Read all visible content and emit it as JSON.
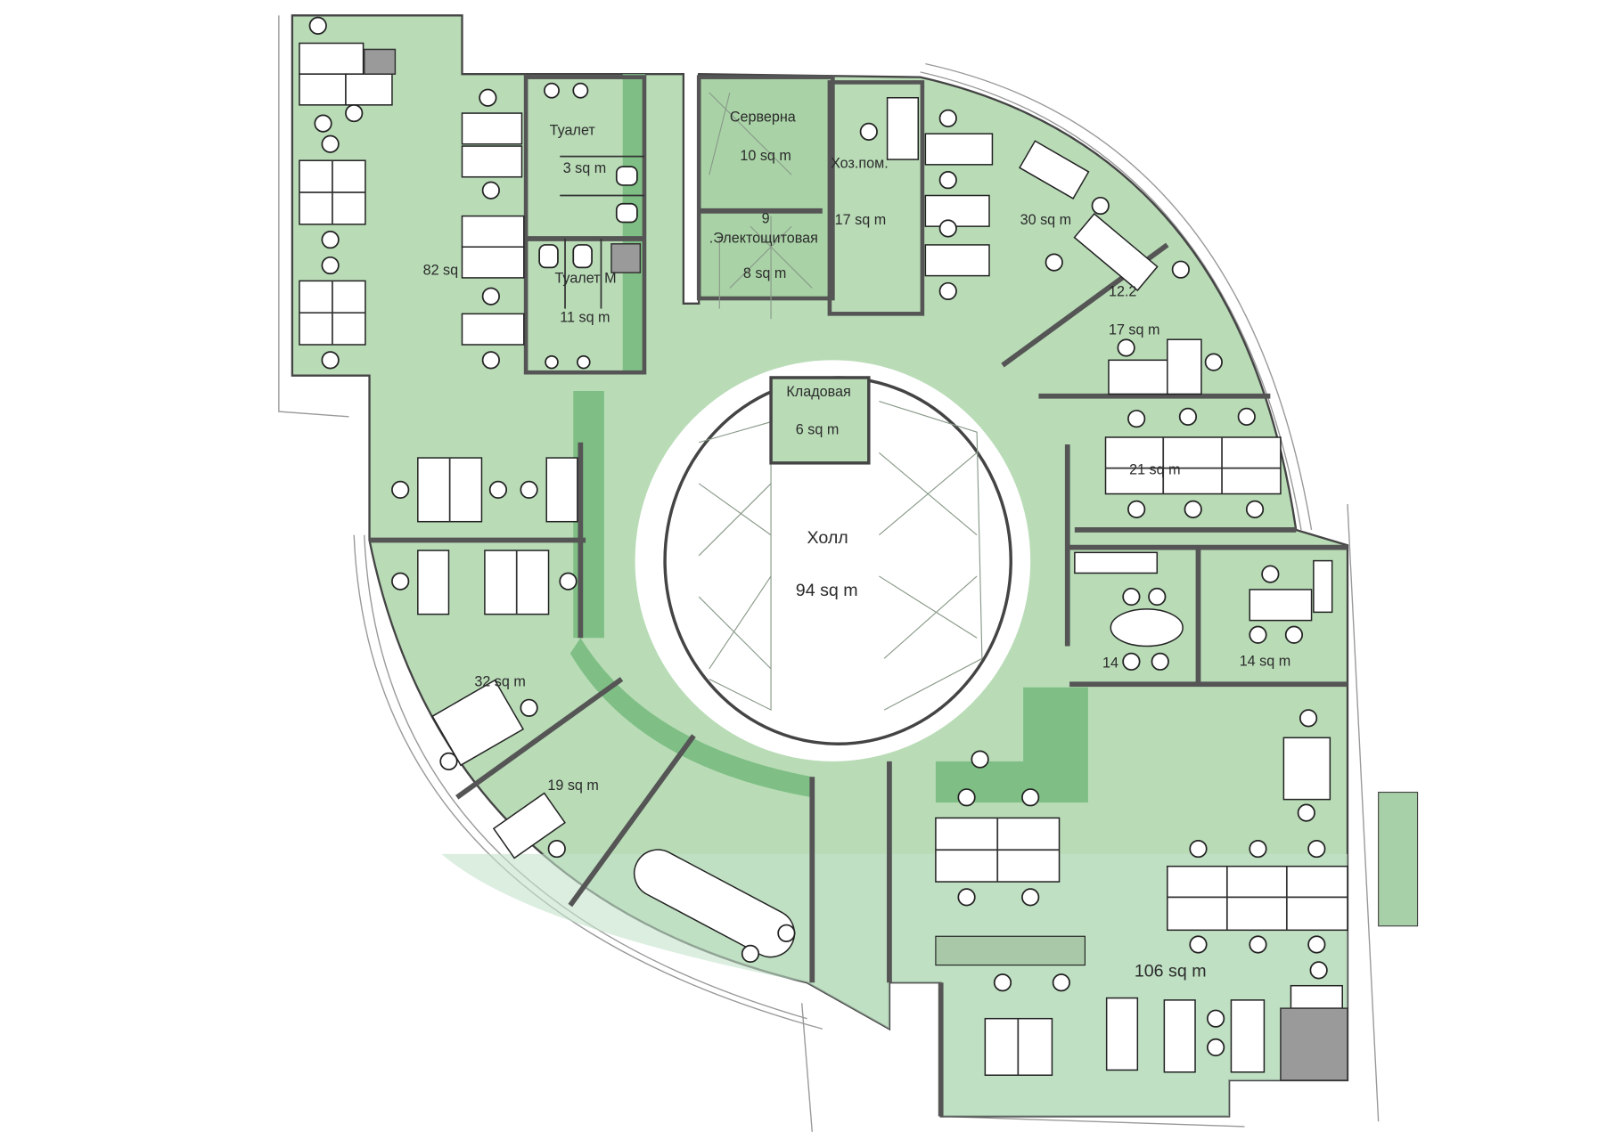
{
  "plan": {
    "rooms": [
      {
        "id": "office-82",
        "name": "",
        "area": "82 sq"
      },
      {
        "id": "toilet-f",
        "name": "Туалет",
        "area": "3 sq m"
      },
      {
        "id": "toilet-m",
        "name": "Туалет М",
        "area": "11 sq m"
      },
      {
        "id": "server",
        "name": "Серверна",
        "area": "10 sq m"
      },
      {
        "id": "electrical",
        "name": ".Электощитовая",
        "number": "9",
        "area": "8 sq m"
      },
      {
        "id": "utility",
        "name": "Хоз.пом.",
        "area": "17 sq m"
      },
      {
        "id": "office-30",
        "name": "",
        "area": "30 sq m"
      },
      {
        "id": "office-17",
        "name": "",
        "number": "12.2",
        "area": "17 sq m"
      },
      {
        "id": "office-21",
        "name": "",
        "area": "21 sq m"
      },
      {
        "id": "storage",
        "name": "Кладовая",
        "area": "6 sq m"
      },
      {
        "id": "hall",
        "name": "Холл",
        "area": "94 sq m"
      },
      {
        "id": "office-32",
        "name": "",
        "area": "32 sq m"
      },
      {
        "id": "office-19",
        "name": "",
        "area": "19 sq m"
      },
      {
        "id": "meeting-14",
        "name": "",
        "area": "14"
      },
      {
        "id": "office-14",
        "name": "",
        "area": "14 sq m"
      },
      {
        "id": "openspace-106",
        "name": "",
        "area": "106 sq m"
      }
    ],
    "colors": {
      "floor": "#b9dcb7",
      "corridor": "#c7e3c4",
      "dark": "#6fb877",
      "wall": "#555555"
    }
  }
}
